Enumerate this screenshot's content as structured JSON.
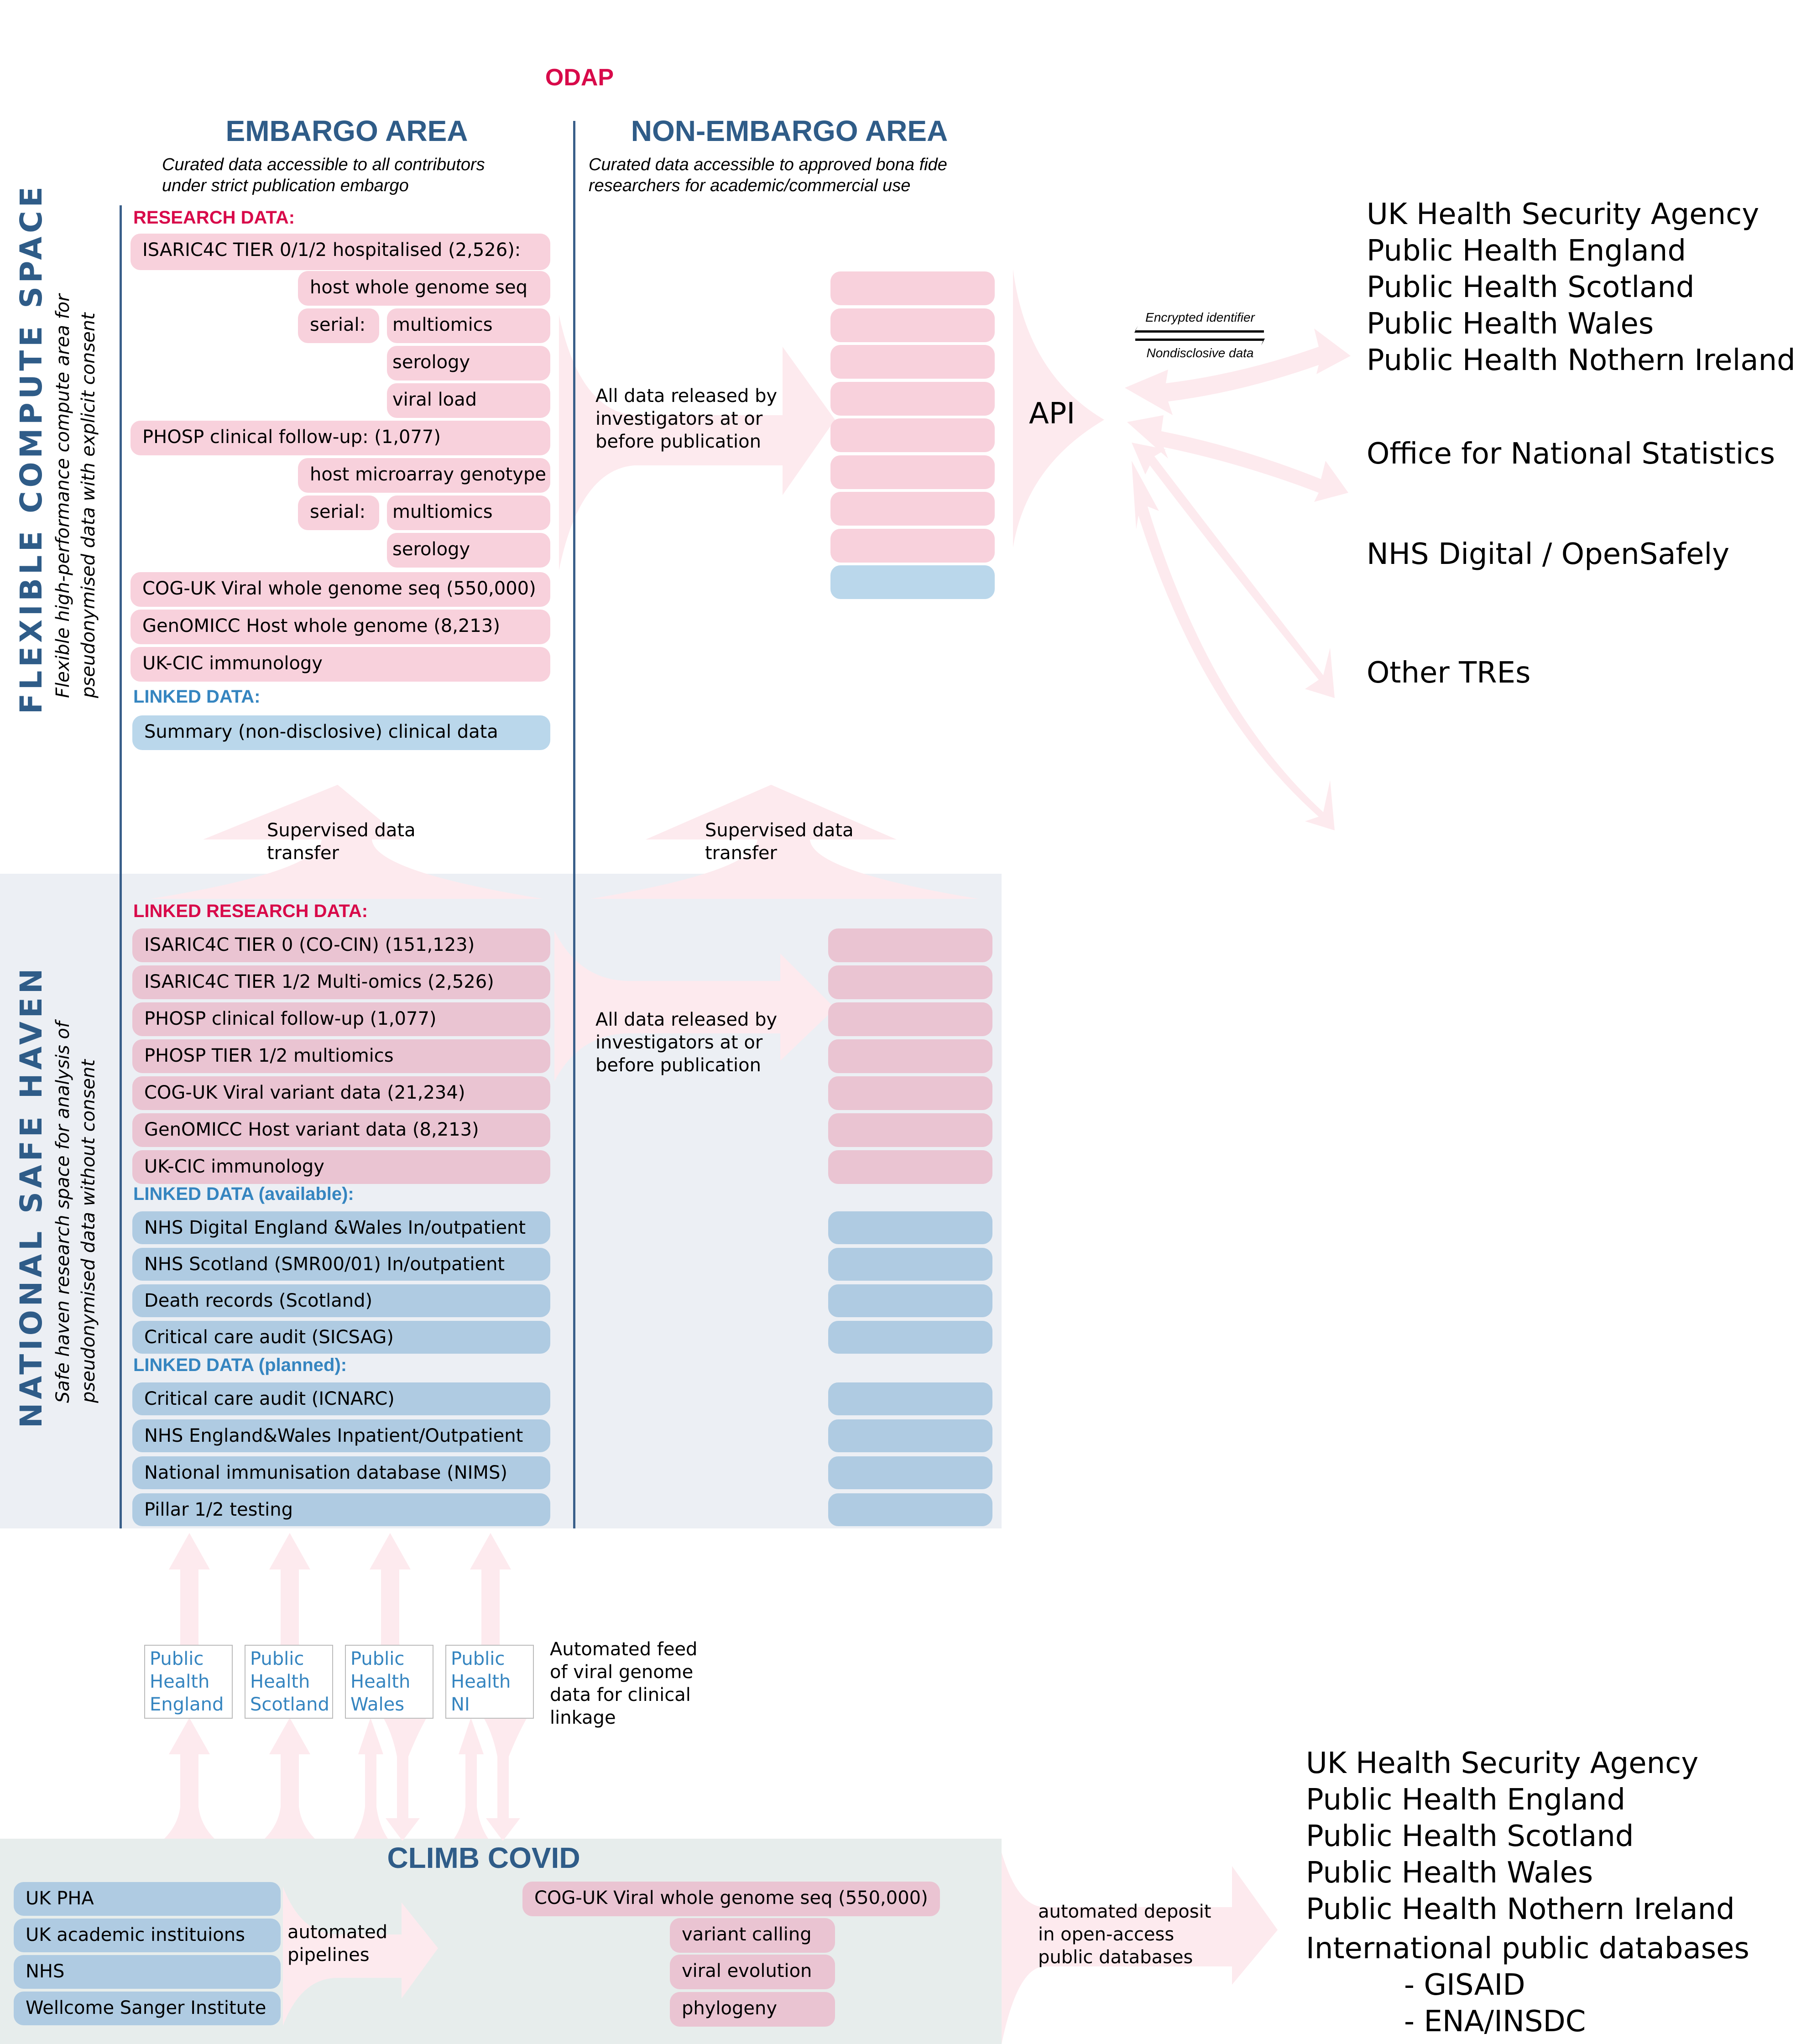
{
  "title": "ODAP",
  "colors": {
    "accent_red": "#d80a4a",
    "title_blue": "#2f5c88",
    "label_blue": "#3585c0",
    "research_pink": "#f8d1dc",
    "linked_research_pink": "#eac4d2",
    "linked_blue_light": "#bad7eb",
    "linked_blue": "#afcbe2",
    "arrow_pink": "#fdeaee",
    "safe_haven_bg": "#eceff4",
    "climb_bg": "#e7edec"
  },
  "embargo": {
    "title": "EMBARGO AREA",
    "subtitle_line1": "Curated data accessible to all contributors",
    "subtitle_line2": "under strict publication embargo"
  },
  "non_embargo": {
    "title": "NON-EMBARGO AREA",
    "subtitle_line1": "Curated data accessible to approved bona fide",
    "subtitle_line2": "researchers for academic/commercial use"
  },
  "flexible": {
    "title": "FLEXIBLE COMPUTE SPACE",
    "subtitle_line1": "Flexible high-performance compute area for",
    "subtitle_line2": "pseudonymised data with explicit consent",
    "research_label": "RESEARCH DATA:",
    "research_items": [
      "ISARIC4C TIER 0/1/2 hospitalised (2,526):",
      "host whole genome seq",
      "serial:",
      "multiomics",
      "serology",
      "viral load",
      "PHOSP clinical follow-up: (1,077)",
      "host microarray genotype",
      "serial:",
      "multiomics",
      "serology",
      "COG-UK Viral whole genome seq (550,000)",
      "GenOMICC Host whole genome (8,213)",
      "UK-CIC immunology"
    ],
    "linked_label": "LINKED DATA:",
    "linked_items": [
      "Summary (non-disclosive) clinical data"
    ],
    "release_note": [
      "All data released by",
      "investigators at or",
      "before publication"
    ],
    "non_embargo_pink_count": 8,
    "non_embargo_blue_count": 1
  },
  "transfer": {
    "left": [
      "Supervised data",
      "transfer"
    ],
    "right": [
      "Supervised data",
      "transfer"
    ]
  },
  "safe_haven": {
    "title": "NATIONAL SAFE HAVEN",
    "subtitle_line1": "Safe haven research space for analysis of",
    "subtitle_line2": "pseudonymised data without consent",
    "linked_research_label": "LINKED RESEARCH DATA:",
    "linked_research_items": [
      "ISARIC4C TIER 0 (CO-CIN) (151,123)",
      "ISARIC4C TIER 1/2 Multi-omics (2,526)",
      "PHOSP clinical follow-up (1,077)",
      "PHOSP TIER 1/2 multiomics",
      "COG-UK Viral variant data (21,234)",
      "GenOMICC Host variant data (8,213)",
      "UK-CIC immunology"
    ],
    "available_label": "LINKED DATA (available):",
    "available_items": [
      "NHS Digital England &Wales In/outpatient",
      "NHS Scotland (SMR00/01) In/outpatient",
      "Death records (Scotland)",
      "Critical care audit (SICSAG)"
    ],
    "planned_label": "LINKED DATA (planned):",
    "planned_items": [
      "Critical care audit (ICNARC)",
      "NHS England&Wales Inpatient/Outpatient",
      "National immunisation database (NIMS)",
      "Pillar 1/2 testing"
    ],
    "release_note": [
      "All data released by",
      "investigators at or",
      "before publication"
    ]
  },
  "api": {
    "label": "API",
    "encrypted_label": "Encrypted identifier",
    "nondisclosive_label": "Nondisclosive data",
    "destinations_group1": [
      "UK Health Security Agency",
      "Public Health England",
      "Public Health Scotland",
      "Public Health Wales",
      "Public Health Nothern Ireland"
    ],
    "destinations": [
      "Office for National Statistics",
      "NHS Digital / OpenSafely",
      "Other TREs"
    ]
  },
  "public_health_boxes": [
    [
      "Public",
      "Health",
      "England"
    ],
    [
      "Public",
      "Health",
      "Scotland"
    ],
    [
      "Public",
      "Health",
      "Wales"
    ],
    [
      "Public",
      "Health",
      "NI"
    ]
  ],
  "feed_note": [
    "Automated feed",
    "of viral genome",
    "data for clinical",
    "linkage"
  ],
  "climb": {
    "title": "CLIMB COVID",
    "sources": [
      "UK PHA",
      "UK academic instituions",
      "NHS",
      "Wellcome Sanger Institute"
    ],
    "pipeline_note": [
      "automated",
      "pipelines"
    ],
    "main_item": "COG-UK Viral whole genome seq (550,000)",
    "sub_items": [
      "variant calling",
      "viral evolution",
      "phylogeny"
    ],
    "deposit_note": [
      "automated deposit",
      "in open-access",
      "public databases"
    ],
    "destinations": [
      "UK Health Security Agency",
      "Public Health England",
      "Public Health Scotland",
      "Public Health Wales",
      "Public Health Nothern Ireland",
      "International public databases",
      "- GISAID",
      "- ENA/INSDC"
    ]
  }
}
